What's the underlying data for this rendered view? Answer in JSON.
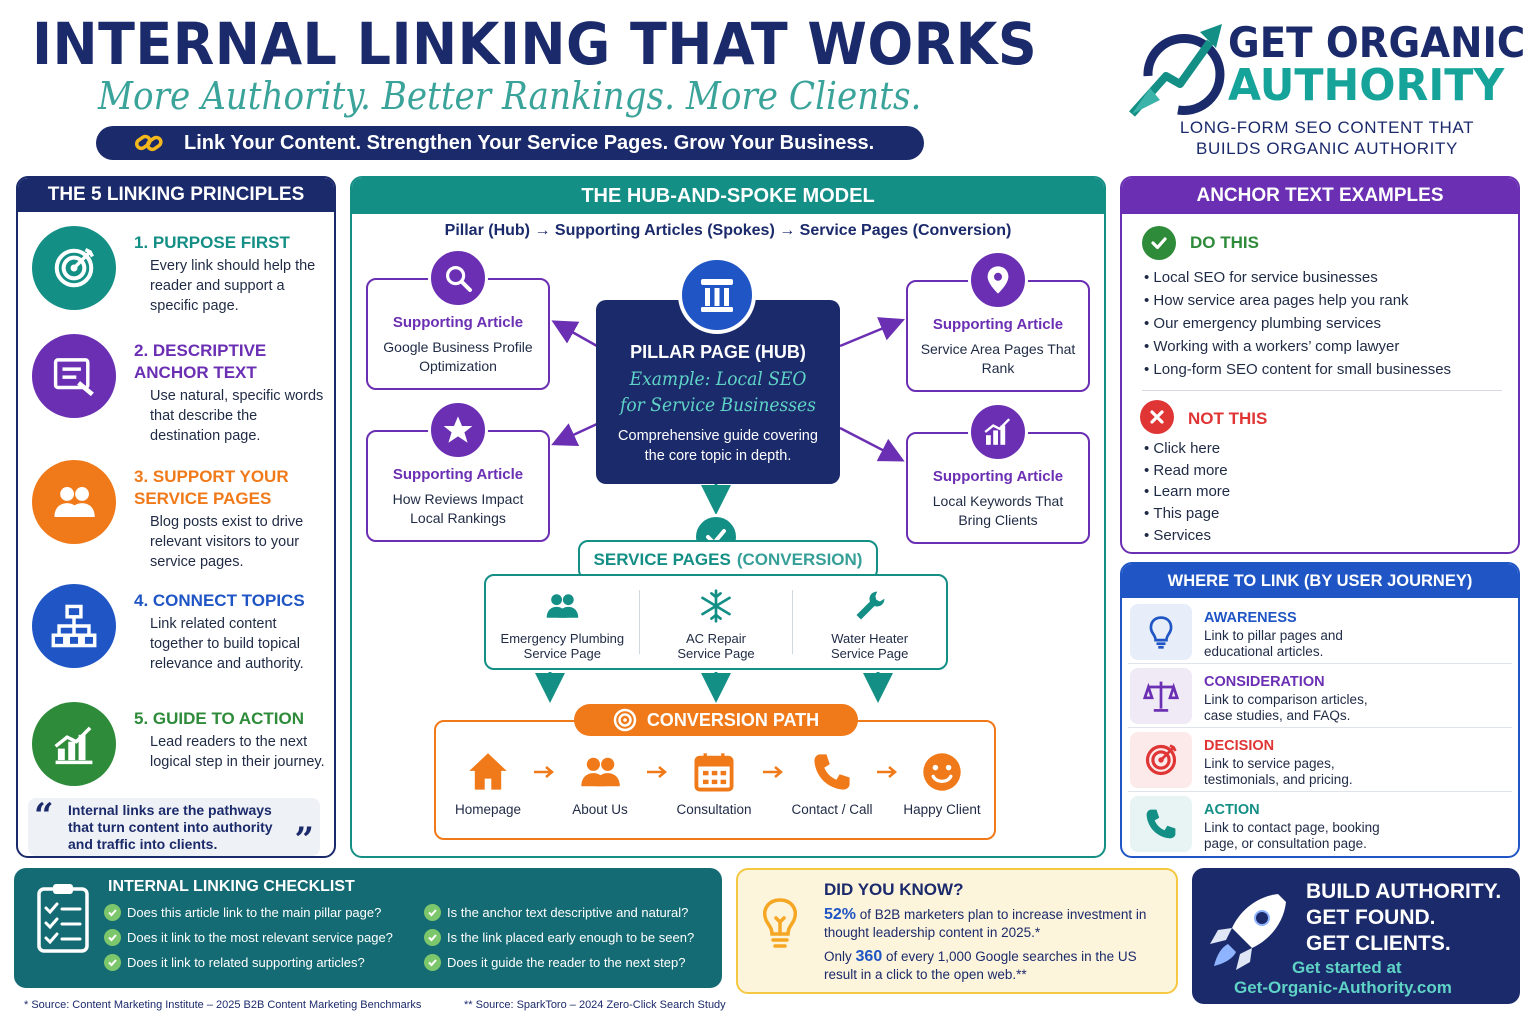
{
  "header": {
    "title": "INTERNAL LINKING THAT WORKS",
    "tagline": "More Authority. Better Rankings. More Clients.",
    "banner": "Link Your Content. Strengthen Your Service Pages. Grow Your Business."
  },
  "brand": {
    "line1": "GET ORGANIC",
    "line2": "AUTHORITY",
    "sub1": "LONG-FORM SEO CONTENT THAT",
    "sub2": "BUILDS ORGANIC AUTHORITY"
  },
  "principles": {
    "title": "THE 5 LINKING PRINCIPLES",
    "items": [
      {
        "title": "1. PURPOSE FIRST",
        "text": "Every link should help the reader and support a specific page.",
        "color": "#148f86",
        "icon": "target-icon"
      },
      {
        "title": "2. DESCRIPTIVE ANCHOR TEXT",
        "text": "Use natural, specific words that describe the destination page.",
        "color": "#6b2fb3",
        "icon": "document-icon"
      },
      {
        "title": "3. SUPPORT YOUR SERVICE PAGES",
        "text": "Blog posts exist to drive relevant visitors to your service pages.",
        "color": "#f07a1a",
        "icon": "people-icon"
      },
      {
        "title": "4. CONNECT TOPICS",
        "text": "Link related content together to build topical relevance and authority.",
        "color": "#1f55c4",
        "icon": "sitemap-icon"
      },
      {
        "title": "5. GUIDE TO ACTION",
        "text": "Lead readers to the next logical step in their journey.",
        "color": "#2e8b3a",
        "icon": "growth-chart-icon"
      }
    ],
    "quote": "Internal links are the pathways that turn content into authority and traffic into clients."
  },
  "hub": {
    "title": "THE HUB-AND-SPOKE MODEL",
    "flow": "Pillar (Hub) → Supporting Articles (Spokes) → Service Pages (Conversion)",
    "pillar": {
      "title": "PILLAR PAGE (HUB)",
      "example1": "Example: Local SEO",
      "example2": "for Service Businesses",
      "desc": "Comprehensive guide covering the core topic in depth."
    },
    "spokes": [
      {
        "label": "Supporting Article",
        "text": "Google Business Profile Optimization",
        "icon": "search-icon"
      },
      {
        "label": "Supporting Article",
        "text": "Service Area Pages That Rank",
        "icon": "location-pin-icon"
      },
      {
        "label": "Supporting Article",
        "text": "How Reviews Impact Local Rankings",
        "icon": "star-icon"
      },
      {
        "label": "Supporting Article",
        "text": "Local Keywords That Bring Clients",
        "icon": "bar-chart-icon"
      }
    ],
    "service_title_a": "SERVICE PAGES",
    "service_title_b": "(CONVERSION)",
    "services": [
      {
        "line1": "Emergency Plumbing",
        "line2": "Service Page",
        "icon": "people-icon"
      },
      {
        "line1": "AC Repair",
        "line2": "Service Page",
        "icon": "snowflake-icon"
      },
      {
        "line1": "Water Heater",
        "line2": "Service Page",
        "icon": "wrench-icon"
      }
    ],
    "conversion_title": "CONVERSION PATH",
    "path": [
      {
        "label": "Homepage",
        "icon": "home-icon"
      },
      {
        "label": "About Us",
        "icon": "people-icon"
      },
      {
        "label": "Consultation",
        "icon": "calendar-icon"
      },
      {
        "label": "Contact / Call",
        "icon": "phone-icon"
      },
      {
        "label": "Happy Client",
        "icon": "smiley-icon"
      }
    ]
  },
  "anchor": {
    "title": "ANCHOR TEXT EXAMPLES",
    "do_title": "DO THIS",
    "do_items": [
      "Local SEO for service businesses",
      "How service area pages help you rank",
      "Our emergency plumbing services",
      "Working with a workers’ comp lawyer",
      "Long-form SEO content for small businesses"
    ],
    "not_title": "NOT THIS",
    "not_items": [
      "Click here",
      "Read more",
      "Learn more",
      "This page",
      "Services"
    ]
  },
  "journey": {
    "title": "WHERE TO LINK (BY USER JOURNEY)",
    "items": [
      {
        "title": "AWARENESS",
        "text1": "Link to pillar pages and",
        "text2": "educational articles.",
        "color": "#1f55c4",
        "icon": "lightbulb-icon"
      },
      {
        "title": "CONSIDERATION",
        "text1": "Link to comparison articles,",
        "text2": "case studies, and FAQs.",
        "color": "#6b2fb3",
        "icon": "scales-icon"
      },
      {
        "title": "DECISION",
        "text1": "Link to service pages,",
        "text2": "testimonials, and pricing.",
        "color": "#e03535",
        "icon": "target-icon"
      },
      {
        "title": "ACTION",
        "text1": "Link to contact page, booking",
        "text2": "page, or consultation page.",
        "color": "#148f86",
        "icon": "phone-icon"
      }
    ]
  },
  "checklist": {
    "title": "INTERNAL LINKING CHECKLIST",
    "items": [
      "Does this article link to the main pillar page?",
      "Does it link to the most relevant service page?",
      "Does it link to related supporting articles?",
      "Is the anchor text descriptive and natural?",
      "Is the link placed early enough to be seen?",
      "Does it guide the reader to the next step?"
    ]
  },
  "didyouknow": {
    "title": "DID YOU KNOW?",
    "stat1_num": "52%",
    "stat1_rest": " of B2B marketers plan to increase investment in thought leadership content in 2025.*",
    "stat2_pre": "Only ",
    "stat2_num": "360",
    "stat2_rest": " of every 1,000 Google searches in the US result in a click to the open web.**"
  },
  "cta": {
    "line1": "BUILD AUTHORITY.",
    "line2": "GET FOUND.",
    "line3": "GET CLIENTS.",
    "sub": "Get started at",
    "url": "Get-Organic-Authority.com"
  },
  "footer": {
    "source1": "* Source: Content Marketing Institute – 2025 B2B Content Marketing Benchmarks",
    "source2": "** Source: SparkToro – 2024 Zero-Click Search Study"
  },
  "colors": {
    "navy": "#1b2a6b",
    "teal": "#148f86",
    "purple": "#6b2fb3",
    "orange": "#f07a1a",
    "green": "#2e8b3a",
    "blue": "#1f55c4",
    "red": "#e03535"
  }
}
